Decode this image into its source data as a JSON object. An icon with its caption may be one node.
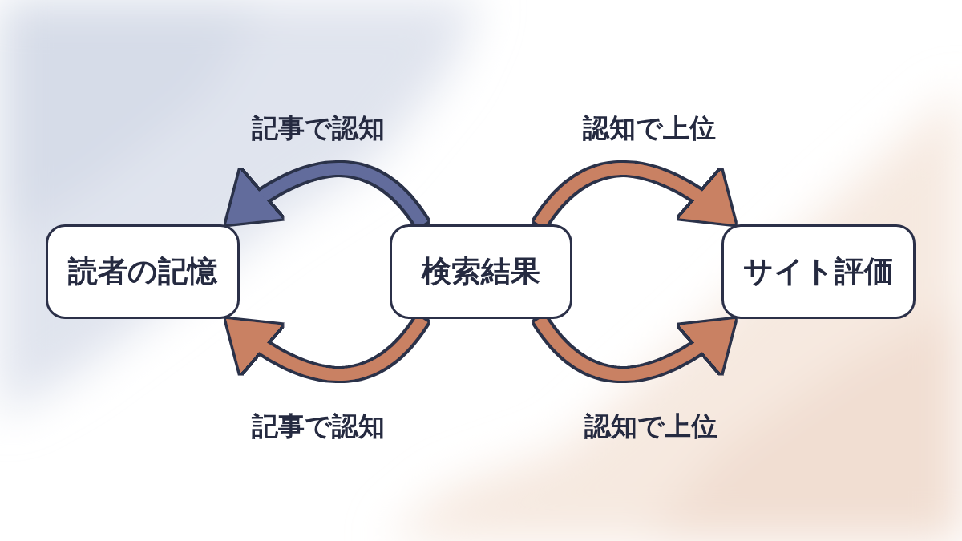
{
  "diagram": {
    "nodes": [
      {
        "text": [
          "読者の記憶"
        ]
      },
      {
        "text": [
          "検索結果"
        ]
      },
      {
        "text": [
          "サイト評価"
        ]
      }
    ],
    "edges": [
      {
        "from": 1,
        "to": 0,
        "arrow": "to",
        "label": "記事で認知",
        "color": "#626c9c"
      },
      {
        "from": 1,
        "to": 2,
        "arrow": "to",
        "label": "認知で上位"
      },
      {
        "from": 1,
        "to": 0,
        "arrow": "to",
        "label": "記事で認知"
      },
      {
        "from": 1,
        "to": 2,
        "arrow": "to",
        "label": "認知で上位"
      }
    ]
  }
}
